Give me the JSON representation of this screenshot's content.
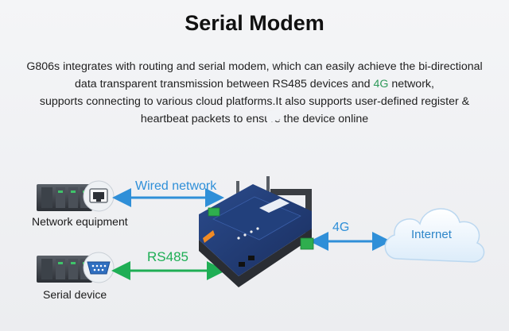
{
  "header": {
    "title": "Serial Modem"
  },
  "description": {
    "line1": "G806s integrates with routing and serial modem, which can easily achieve the bi-directional",
    "line2_pre": "data transparent transmission between RS485 devices and ",
    "line2_accent": "4G",
    "line2_post": " network,",
    "line3": "supports connecting to various cloud platforms.It also supports user-defined register &",
    "line4": "heartbeat packets to ensure the device online"
  },
  "diagram": {
    "network_equipment_label": "Network equipment",
    "serial_device_label": "Serial device",
    "wired_network_label": "Wired network",
    "rs485_label": "RS485",
    "fourg_label": "4G",
    "internet_label": "Internet",
    "colors": {
      "wired": "#2f8fd8",
      "rs485": "#1fae55",
      "fourg": "#2f8fd8",
      "cloud_text": "#2d86c9"
    }
  }
}
